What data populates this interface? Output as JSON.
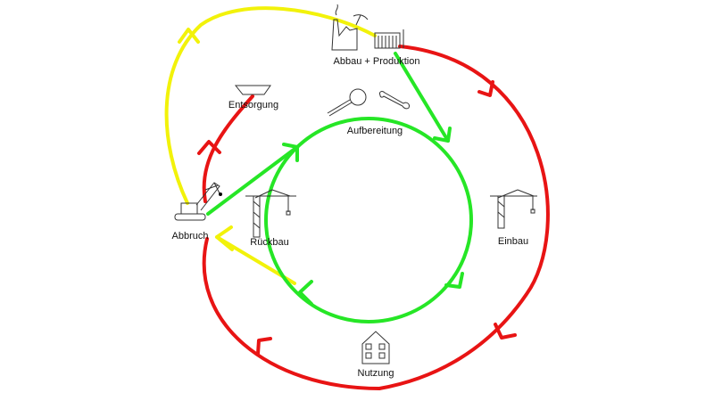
{
  "labels": {
    "production": "Abbau + Produktion",
    "disposal": "Entsorgung",
    "processing": "Aufbereitung",
    "demolition": "Abbruch",
    "deconstruction": "Rückbau",
    "installation": "Einbau",
    "use": "Nutzung"
  },
  "icons": {
    "factory": "factory-icon",
    "mine": "pickaxe-icon",
    "warehouse": "warehouse-icon",
    "landfill": "landfill-skip-icon",
    "magnifier": "magnifier-icon",
    "wrench": "wrench-icon",
    "crane_left": "tower-crane-icon",
    "crane_right": "tower-crane-icon",
    "excavator": "demolition-excavator-icon",
    "house": "house-icon"
  },
  "colors": {
    "primary_cycle": "#e81414",
    "recycling_cycle": "#26e626",
    "reuse_path": "#f2f20a",
    "background": "#ffffff"
  }
}
